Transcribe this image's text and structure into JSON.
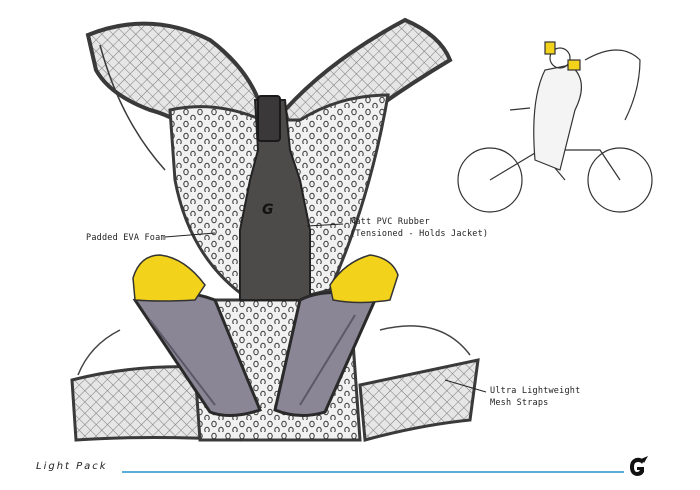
{
  "annotations": {
    "eva_foam": "Padded EVA Foam",
    "pvc_line1": "Matt PVC Rubber",
    "pvc_line2": "(Tensioned - Holds Jacket)",
    "mesh_line1": "Ultra Lightweight",
    "mesh_line2": "Mesh Straps"
  },
  "footer": {
    "title": "Light Pack"
  },
  "colors": {
    "accent_rule": "#5aaed6",
    "bottle_yellow": "#f2d21a",
    "sleeve_purple": "#8a8696",
    "strap_dark": "#4a4a4a"
  },
  "icons": [
    "gatorade-g-logo"
  ]
}
